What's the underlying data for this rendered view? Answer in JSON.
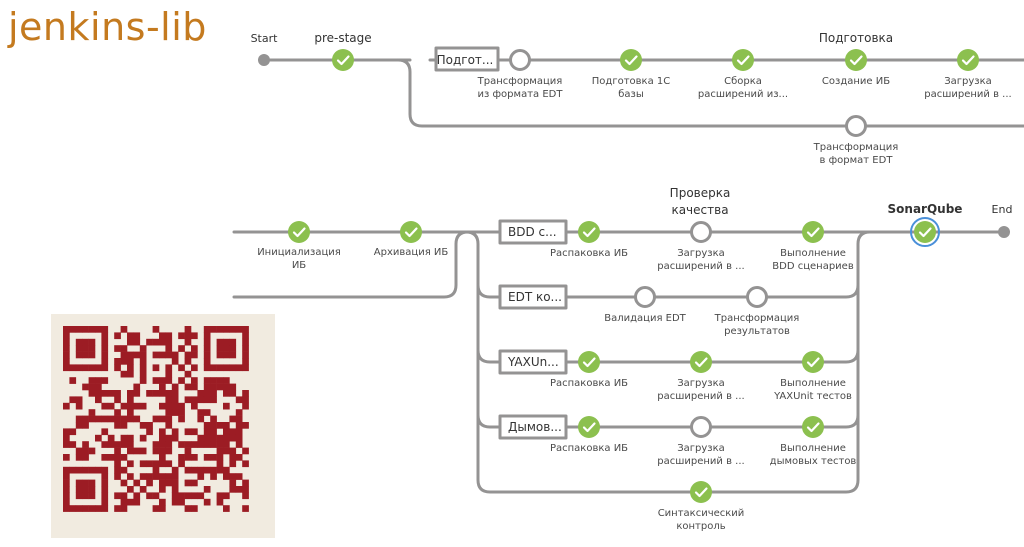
{
  "title": "jenkins-lib",
  "colors": {
    "success": "#8cc04f",
    "line": "#949393",
    "pending_stroke": "#949393",
    "focus": "#4a90d9",
    "qr": "#9c1c24",
    "title": "#c47a1f"
  },
  "edge_labels": {
    "start": "Start",
    "end": "End"
  },
  "top": {
    "stages": [
      {
        "id": "pre-stage",
        "label": "pre-stage",
        "status": "success"
      },
      {
        "id": "podgot",
        "label": "Подгот...",
        "status": "branch"
      }
    ],
    "group_label": "Подготовка",
    "nodes": [
      {
        "label1": "Трансформация",
        "label2": "из формата EDT",
        "status": "pending"
      },
      {
        "label1": "Подготовка 1С",
        "label2": "базы",
        "status": "success"
      },
      {
        "label1": "Сборка",
        "label2": "расширений из...",
        "status": "success"
      },
      {
        "label1": "Создание ИБ",
        "label2": "",
        "status": "success"
      },
      {
        "label1": "Загрузка",
        "label2": "расширений в ...",
        "status": "success"
      }
    ],
    "lower_node": {
      "label1": "Трансформация",
      "label2": "в формат EDT",
      "status": "pending"
    }
  },
  "bottom": {
    "nodes": [
      {
        "label1": "Инициализация",
        "label2": "ИБ",
        "status": "success"
      },
      {
        "label1": "Архивация ИБ",
        "label2": "",
        "status": "success"
      }
    ],
    "group_label1": "Проверка",
    "group_label2": "качества",
    "branches": [
      {
        "label": "BDD с...",
        "nodes": [
          {
            "label1": "Распаковка ИБ",
            "label2": "",
            "status": "success"
          },
          {
            "label1": "Загрузка",
            "label2": "расширений в ...",
            "status": "pending"
          },
          {
            "label1": "Выполнение",
            "label2": "BDD сценариев",
            "status": "success"
          }
        ]
      },
      {
        "label": "EDT ко...",
        "nodes": [
          {
            "label1": "Валидация EDT",
            "label2": "",
            "status": "pending"
          },
          {
            "label1": "Трансформация",
            "label2": "результатов",
            "status": "pending"
          }
        ]
      },
      {
        "label": "YAXUn...",
        "nodes": [
          {
            "label1": "Распаковка ИБ",
            "label2": "",
            "status": "success"
          },
          {
            "label1": "Загрузка",
            "label2": "расширений в ...",
            "status": "success"
          },
          {
            "label1": "Выполнение",
            "label2": "YAXUnit тестов",
            "status": "success"
          }
        ]
      },
      {
        "label": "Дымов...",
        "nodes": [
          {
            "label1": "Распаковка ИБ",
            "label2": "",
            "status": "success"
          },
          {
            "label1": "Загрузка",
            "label2": "расширений в ...",
            "status": "pending"
          },
          {
            "label1": "Выполнение",
            "label2": "дымовых тестов",
            "status": "success"
          }
        ]
      }
    ],
    "syntax_node": {
      "label1": "Синтаксический",
      "label2": "контроль",
      "status": "success"
    },
    "sonar": {
      "label": "SonarQube",
      "status": "success"
    }
  }
}
